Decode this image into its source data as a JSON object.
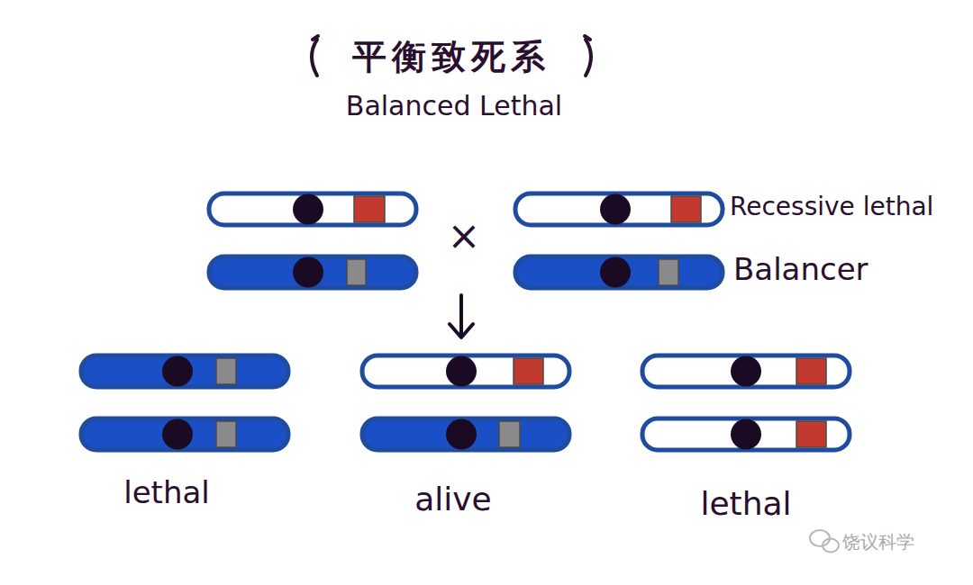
{
  "diagram": {
    "title": "平衡致死系",
    "labels": [
      "Balanced Lethal",
      "×",
      "Recessive lethal",
      "Balancer",
      "lethal",
      "alive",
      "lethal",
      "饶议科学"
    ]
  }
}
